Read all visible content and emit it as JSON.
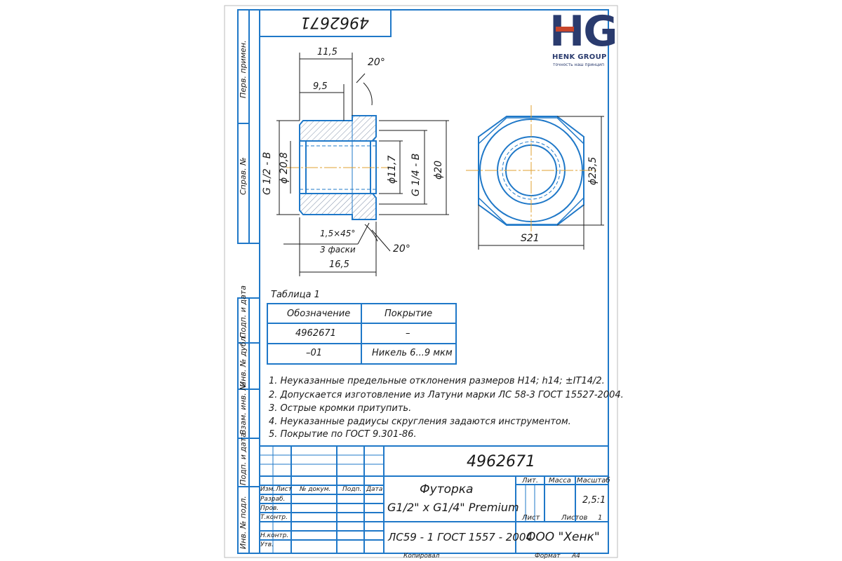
{
  "doc_number_top": "4962671",
  "logo": {
    "letters_left": "H",
    "letters_right": "G",
    "name": "HENK GROUP",
    "tagline": "точность наш принцип"
  },
  "side_labels": {
    "perv_primen": "Перв. примен.",
    "sprav": "Справ. №",
    "podp_data_1": "Подп. и дата",
    "inv_dubl": "Инв. № дубл.",
    "vzam_inv": "Взам. инв. №",
    "podp_data_2": "Подп. и дата",
    "inv_podl": "Инв. № подл."
  },
  "dimensions": {
    "d11_5": "11,5",
    "d20deg_top": "20°",
    "d9_5": "9,5",
    "g12": "G 1/2 - B",
    "phi20_8": "ϕ 20,8",
    "phi11_7": "ϕ11,7",
    "g14": "G 1/4 - B",
    "phi20": "ϕ20",
    "chamfer": "1,5×45°",
    "chamfer_note": "3 фаски",
    "d20deg_bottom": "20°",
    "d16_5": "16,5",
    "phi23_5": "ϕ23,5",
    "s21": "S21"
  },
  "table": {
    "caption": "Таблица 1",
    "headers": [
      "Обозначение",
      "Покрытие"
    ],
    "rows": [
      [
        "4962671",
        "–"
      ],
      [
        "–01",
        "Никель 6...9 мкм"
      ]
    ]
  },
  "notes": [
    "1. Неуказанные предельные отклонения размеров H14; h14; ±IT14/2.",
    "2. Допускается изготовление из Латуни марки ЛС 58-3 ГОСТ 15527-2004.",
    "3. Острые кромки притупить.",
    "4. Неуказанные радиусы скругления задаются инструментом.",
    "5. Покрытие по ГОСТ 9.301-86."
  ],
  "title_block": {
    "doc_number": "4962671",
    "col_headers": [
      "Изм.",
      "Лист",
      "№ докум.",
      "Подп.",
      "Дата"
    ],
    "roles": [
      "Разраб.",
      "Пров.",
      "Т.контр.",
      "Н.контр.",
      "Утв."
    ],
    "name_line1": "Футорка",
    "name_line2": "G1/2\" x G1/4\" Premium",
    "lit": "Лит.",
    "massa": "Масса",
    "masshtab": "Масштаб",
    "scale_value": "2,5:1",
    "list": "Лист",
    "listov": "Листов",
    "listov_value": "1",
    "material": "ЛС59 - 1 ГОСТ 1557 - 2004",
    "company": "ООО \"Хенк\""
  },
  "footer": {
    "copied": "Копировал",
    "format_label": "Формат",
    "format_value": "А4"
  },
  "colors": {
    "frame": "#1f78c8",
    "hatch": "#7f8fa8",
    "ink": "#1a1a1a",
    "axis": "#e0a030"
  }
}
